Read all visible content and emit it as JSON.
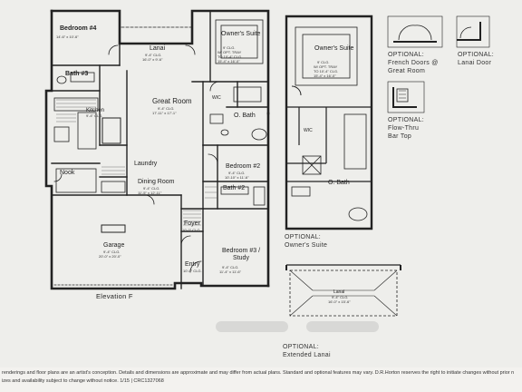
{
  "rooms": {
    "bedroom4": {
      "name": "Bedroom #4",
      "dims": "14'-6\" x 10'-6\""
    },
    "lanai": {
      "name": "Lanai",
      "clg": "9'-4\" CLG.",
      "dims": "16'-0\" x 9'-6\""
    },
    "bath3": {
      "name": "Bath #3"
    },
    "owners_suite": {
      "name": "Owner's Suite",
      "clg": "9' CLG.",
      "tray": "W/ OPT. TRAY",
      "tray_to": "TO 10'-4\" CLG.",
      "dims": "15'-4\" x 16'-0\""
    },
    "great_room": {
      "name": "Great Room",
      "clg": "9'-4\" CLG.",
      "dims": "17'-11\" x 17'-1\""
    },
    "wic": {
      "name": "WIC"
    },
    "o_bath": {
      "name": "O. Bath"
    },
    "kitchen": {
      "name": "Kitchen",
      "clg": "9'-4\" CLG."
    },
    "bedroom2": {
      "name": "Bedroom #2",
      "clg": "9'-4\" CLG.",
      "dims": "10'-10\" x 11'-6\""
    },
    "laundry": {
      "name": "Laundry"
    },
    "nook": {
      "name": "Nook"
    },
    "dining_room": {
      "name": "Dining Room",
      "clg": "9'-4\" CLG.",
      "dims": "11'-5\" x 12'-11\""
    },
    "bath2": {
      "name": "Bath #2"
    },
    "foyer": {
      "name": "Foyer",
      "clg": "10'-0\" CLG."
    },
    "garage": {
      "name": "Garage",
      "clg": "9'-4\" CLG.",
      "dims": "20'-0\" x 20'-0\""
    },
    "bedroom3": {
      "name": "Bedroom #3 / Study",
      "clg": "9'-4\" CLG.",
      "dims": "11'-4\" x 11'-6\""
    },
    "entry": {
      "name": "Entry",
      "clg": "10'-0\" CLG."
    }
  },
  "elevation": "Elevation F",
  "optional_owners_suite": {
    "name": "Owner's Suite",
    "clg": "9' CLG.",
    "tray": "W/ OPT. TRAY",
    "tray_to": "TO 10'-4\" CLG.",
    "dims": "15'-4\" x 16'-0\"",
    "wic": "WIC",
    "o_bath": "O. Bath",
    "caption": "OPTIONAL:\nOwner's Suite"
  },
  "optional_french_doors": "OPTIONAL:\nFrench Doors @\nGreat Room",
  "optional_lanai_door": "OPTIONAL:\nLanai Door",
  "optional_flow_thru": "OPTIONAL:\nFlow-Thru\nBar Top",
  "optional_extended_lanai": {
    "name": "Lanai",
    "clg": "9'-4\" CLG.",
    "dims": "16'-0\" x 15'-6\"",
    "caption": "OPTIONAL:\nExtended Lanai"
  },
  "footer": {
    "line1": "renderings and floor plans are an artist's conception. Details and dimensions are approximate and may differ from actual plans. Standard and optional features may vary. D.R.Horton reserves the right to initiate changes without prior n",
    "line2": "izes and availability subject to change without notice. 1/15 | CRC1327068"
  }
}
